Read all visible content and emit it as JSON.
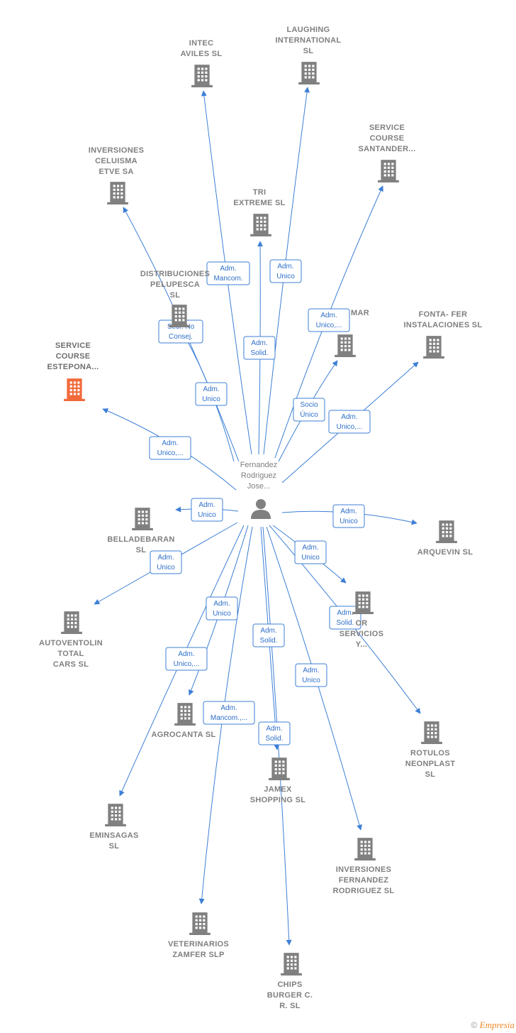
{
  "colors": {
    "edge": "#3c7fd6",
    "icon": "#808080",
    "highlight": "#f26a3b"
  },
  "center": {
    "label": [
      "Fernandez",
      "Rodriguez",
      "Jose..."
    ],
    "icon": "person-icon"
  },
  "nodes": [
    {
      "id": "intec",
      "label": [
        "INTEC",
        "AVILES SL"
      ]
    },
    {
      "id": "laughing",
      "label": [
        "LAUGHING",
        "INTERNATIONAL",
        "SL"
      ]
    },
    {
      "id": "service_santander",
      "label": [
        "SERVICE",
        "COURSE",
        "SANTANDER..."
      ]
    },
    {
      "id": "inversiones_celuisma",
      "label": [
        "INVERSIONES",
        "CELUISMA",
        "ETVE SA"
      ]
    },
    {
      "id": "tri_extreme",
      "label": [
        "TRI",
        "EXTREME SL"
      ]
    },
    {
      "id": "distribuciones",
      "label": [
        "DISTRIBUCIONES",
        "PELUPESCA",
        "SL"
      ]
    },
    {
      "id": "mar",
      "label": [
        "MAR"
      ]
    },
    {
      "id": "fonta",
      "label": [
        "FONTA- FER",
        "INSTALACIONES SL"
      ]
    },
    {
      "id": "service_estepona",
      "label": [
        "SERVICE",
        "COURSE",
        "ESTEPONA..."
      ],
      "highlight": true
    },
    {
      "id": "belladebaran",
      "label": [
        "BELLADEBARAN",
        "SL"
      ]
    },
    {
      "id": "arquevin",
      "label": [
        "ARQUEVIN  SL"
      ]
    },
    {
      "id": "autoventolin",
      "label": [
        "AUTOVENTOLIN",
        "TOTAL",
        "CARS  SL"
      ]
    },
    {
      "id": "or_servicios",
      "label": [
        "OR",
        "SERVICIOS",
        "Y..."
      ]
    },
    {
      "id": "agrocanta",
      "label": [
        "AGROCANTA SL"
      ]
    },
    {
      "id": "rotulos",
      "label": [
        "ROTULOS",
        "NEONPLAST",
        "SL"
      ]
    },
    {
      "id": "jamex",
      "label": [
        "JAMEX",
        "SHOPPING  SL"
      ]
    },
    {
      "id": "eminsagas",
      "label": [
        "EMINSAGAS",
        "SL"
      ]
    },
    {
      "id": "inversiones_fernandez",
      "label": [
        "INVERSIONES",
        "FERNANDEZ",
        "RODRIGUEZ SL"
      ]
    },
    {
      "id": "veterinarios",
      "label": [
        "VETERINARIOS",
        "ZAMFER  SLP"
      ]
    },
    {
      "id": "chips",
      "label": [
        "CHIPS",
        "BURGER C.",
        "R.  SL"
      ]
    }
  ],
  "edges": [
    {
      "to": "intec",
      "label": [
        "Adm.",
        "Mancom."
      ]
    },
    {
      "to": "laughing",
      "label": [
        "Adm.",
        "Unico"
      ]
    },
    {
      "to": "service_santander",
      "label": [
        "Adm.",
        "Unico,..."
      ]
    },
    {
      "to": "inversiones_celuisma",
      "label": [
        "Adm.",
        "Unico"
      ]
    },
    {
      "to": "tri_extreme",
      "label": [
        "Adm.",
        "Solid."
      ]
    },
    {
      "to": "distribuciones",
      "label": [
        "Secr.  No",
        "Consej."
      ]
    },
    {
      "to": "mar",
      "label": [
        "Socio",
        "Único"
      ]
    },
    {
      "to": "fonta",
      "label": [
        "Adm.",
        "Unico,..."
      ]
    },
    {
      "to": "service_estepona",
      "label": [
        "Adm.",
        "Unico,..."
      ]
    },
    {
      "to": "belladebaran",
      "label": [
        "Adm.",
        "Unico"
      ]
    },
    {
      "to": "arquevin",
      "label": [
        "Adm.",
        "Unico"
      ]
    },
    {
      "to": "autoventolin",
      "label": [
        "Adm.",
        "Unico"
      ]
    },
    {
      "to": "or_servicios",
      "label": [
        "Adm.",
        "Unico"
      ]
    },
    {
      "to": "rotulos",
      "label": [
        "Adm.",
        "Solid."
      ]
    },
    {
      "to": "agrocanta",
      "label": [
        "Adm.",
        "Unico"
      ]
    },
    {
      "to": "eminsagas",
      "label": [
        "Adm.",
        "Unico,..."
      ]
    },
    {
      "to": "jamex",
      "label": [
        "Adm.",
        "Solid."
      ]
    },
    {
      "to": "veterinarios",
      "label": [
        "Adm.",
        "Mancom.,..."
      ]
    },
    {
      "to": "chips",
      "label": [
        "Adm.",
        "Solid."
      ]
    },
    {
      "to": "inversiones_fernandez",
      "label": [
        "Adm.",
        "Unico"
      ]
    }
  ],
  "footer": {
    "copyright": "©",
    "brand": "Empresia"
  }
}
